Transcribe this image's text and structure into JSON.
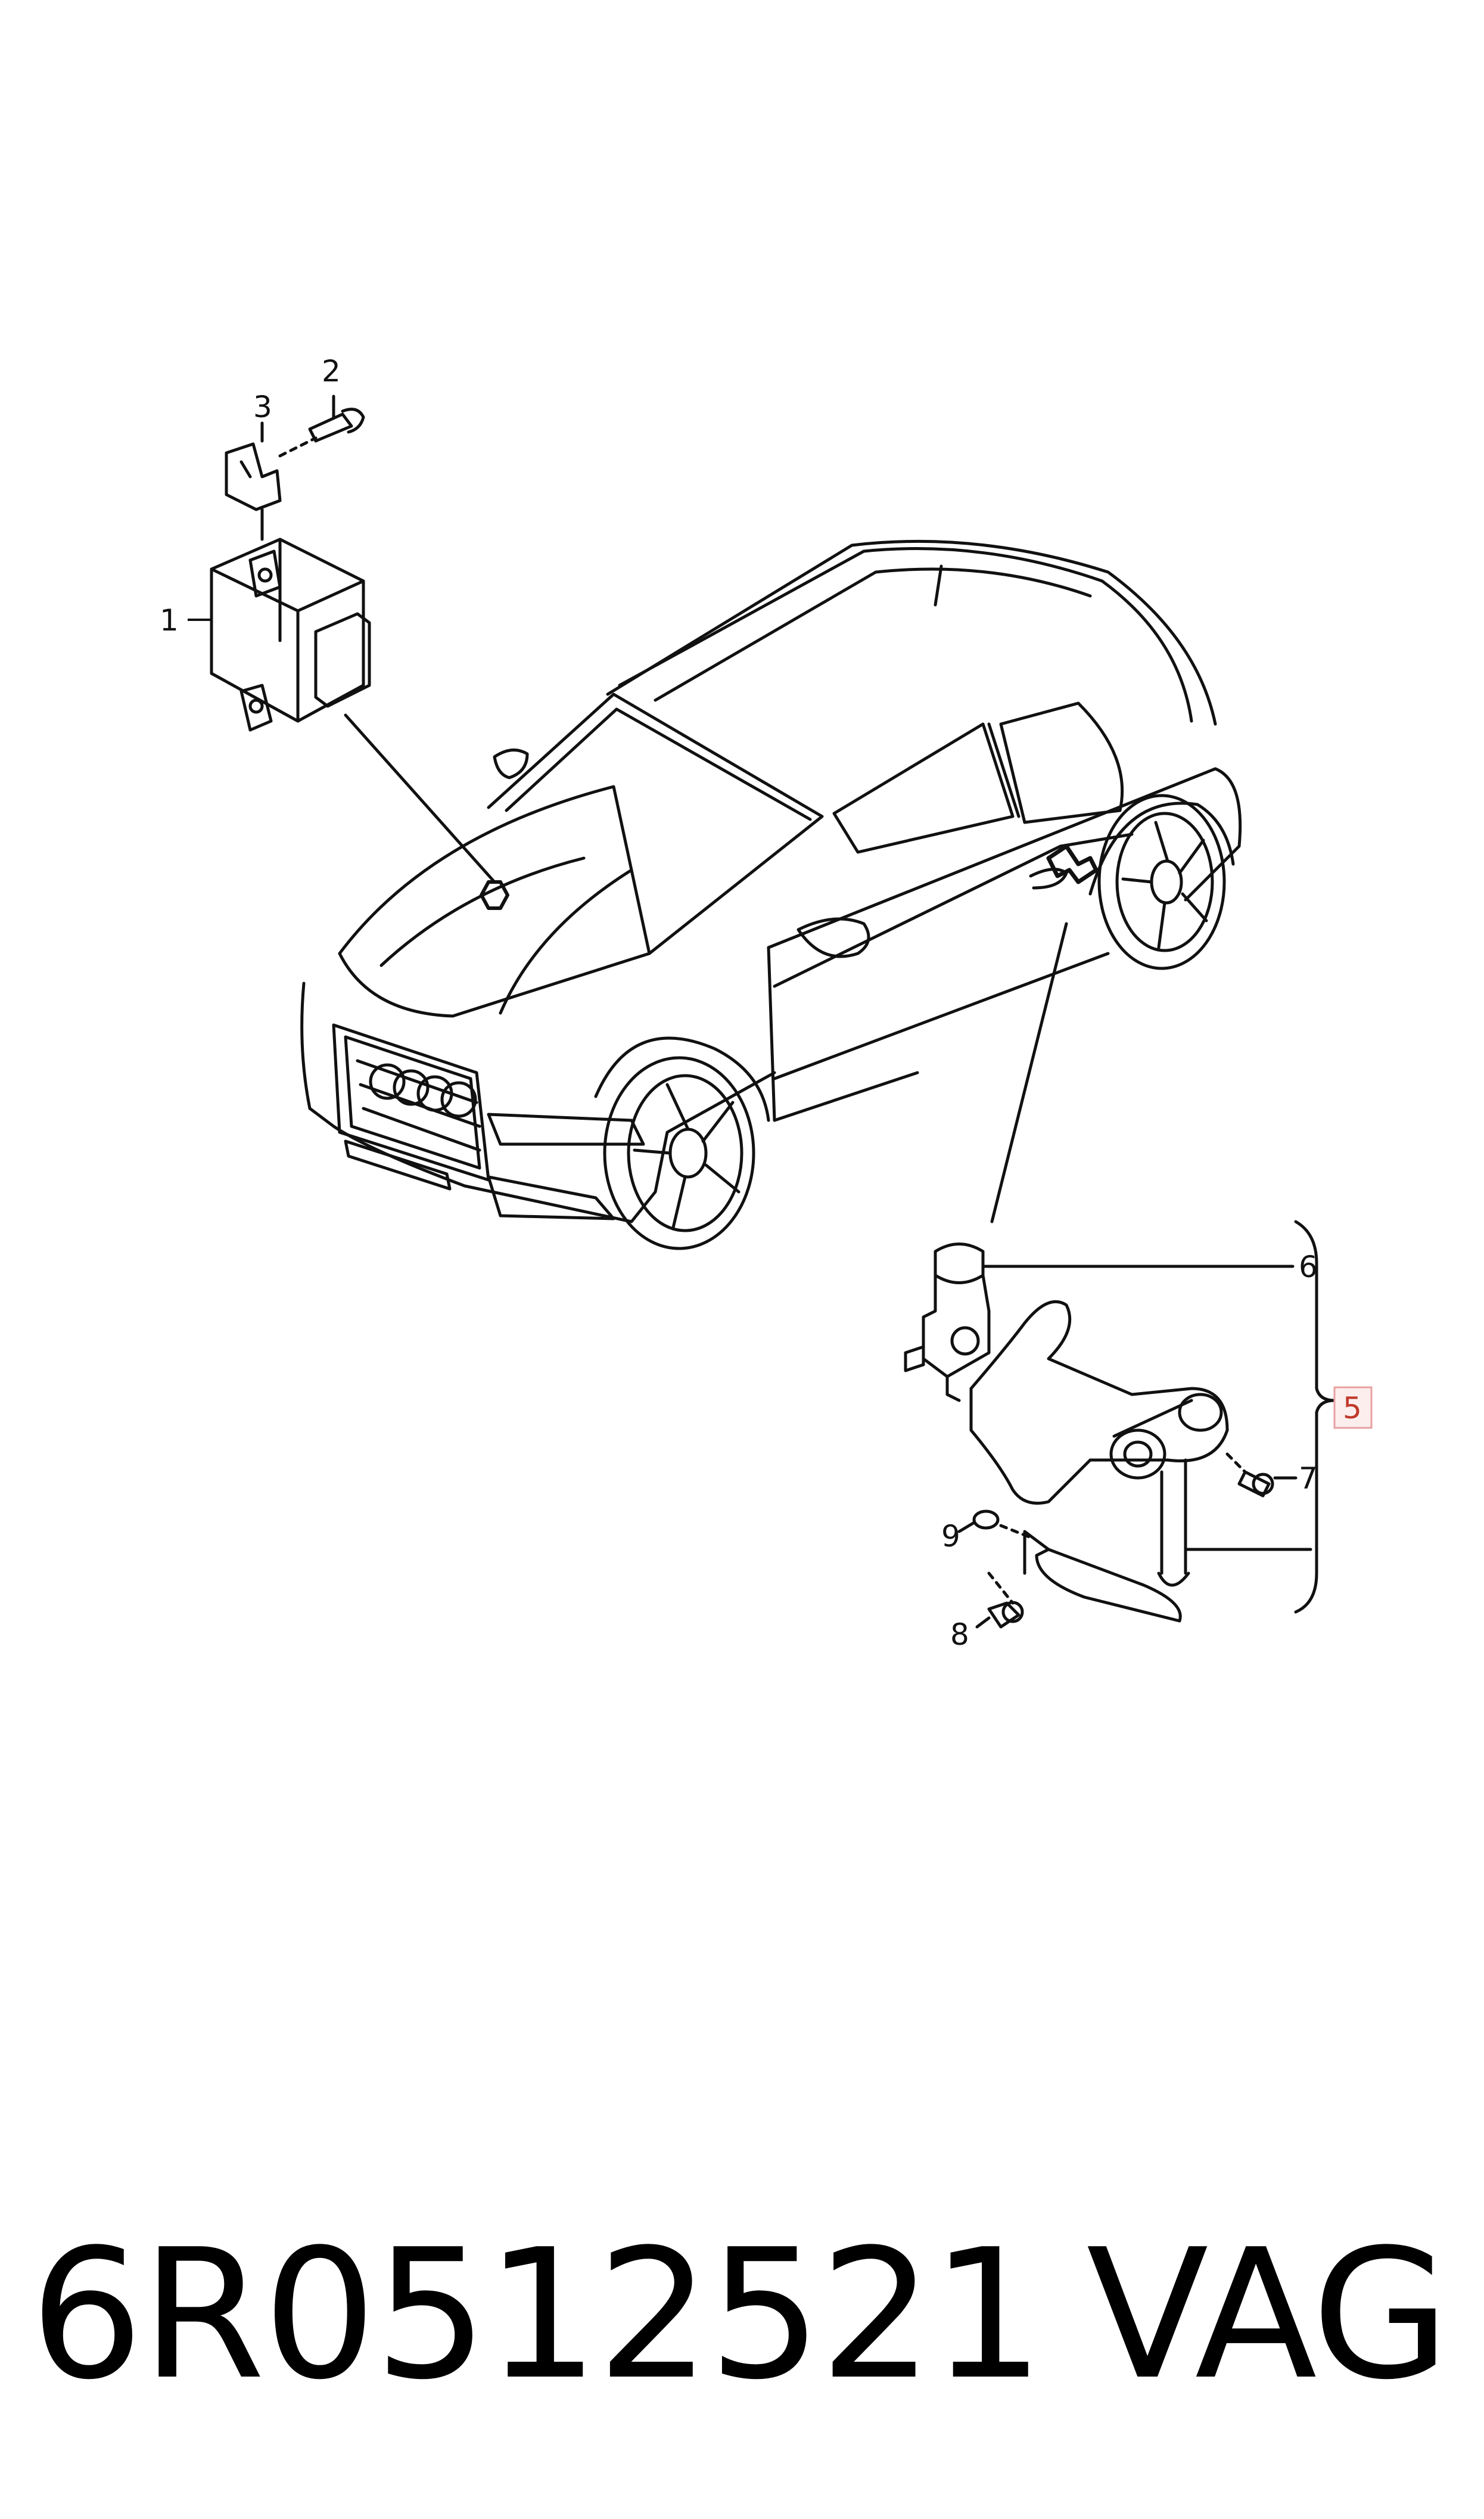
{
  "diagram": {
    "callouts": [
      {
        "id": "1",
        "label": "1"
      },
      {
        "id": "2",
        "label": "2"
      },
      {
        "id": "3",
        "label": "3"
      },
      {
        "id": "5",
        "label": "5"
      },
      {
        "id": "6",
        "label": "6"
      },
      {
        "id": "7",
        "label": "7"
      },
      {
        "id": "8",
        "label": "8"
      },
      {
        "id": "9",
        "label": "9"
      }
    ],
    "colors": {
      "line": "#111111",
      "highlight_box": "#e8a0a0",
      "highlight_fill": "#fdeeee"
    }
  },
  "footer": {
    "part_number": "6R0512521",
    "brand": "VAG"
  }
}
